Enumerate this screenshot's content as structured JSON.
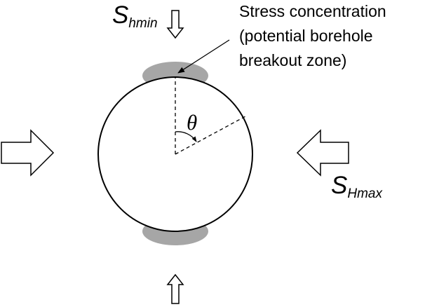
{
  "labels": {
    "shmin": {
      "main": "S",
      "sub": "hmin"
    },
    "shmax": {
      "main": "S",
      "sub": "Hmax"
    },
    "theta": "θ",
    "annotation": [
      "Stress concentration",
      "(potential borehole",
      "breakout zone)"
    ]
  },
  "colors": {
    "stroke": "#000000",
    "breakout": "#a6a6a6",
    "arrow_fill": "#ffffff",
    "background": "#ffffff"
  }
}
